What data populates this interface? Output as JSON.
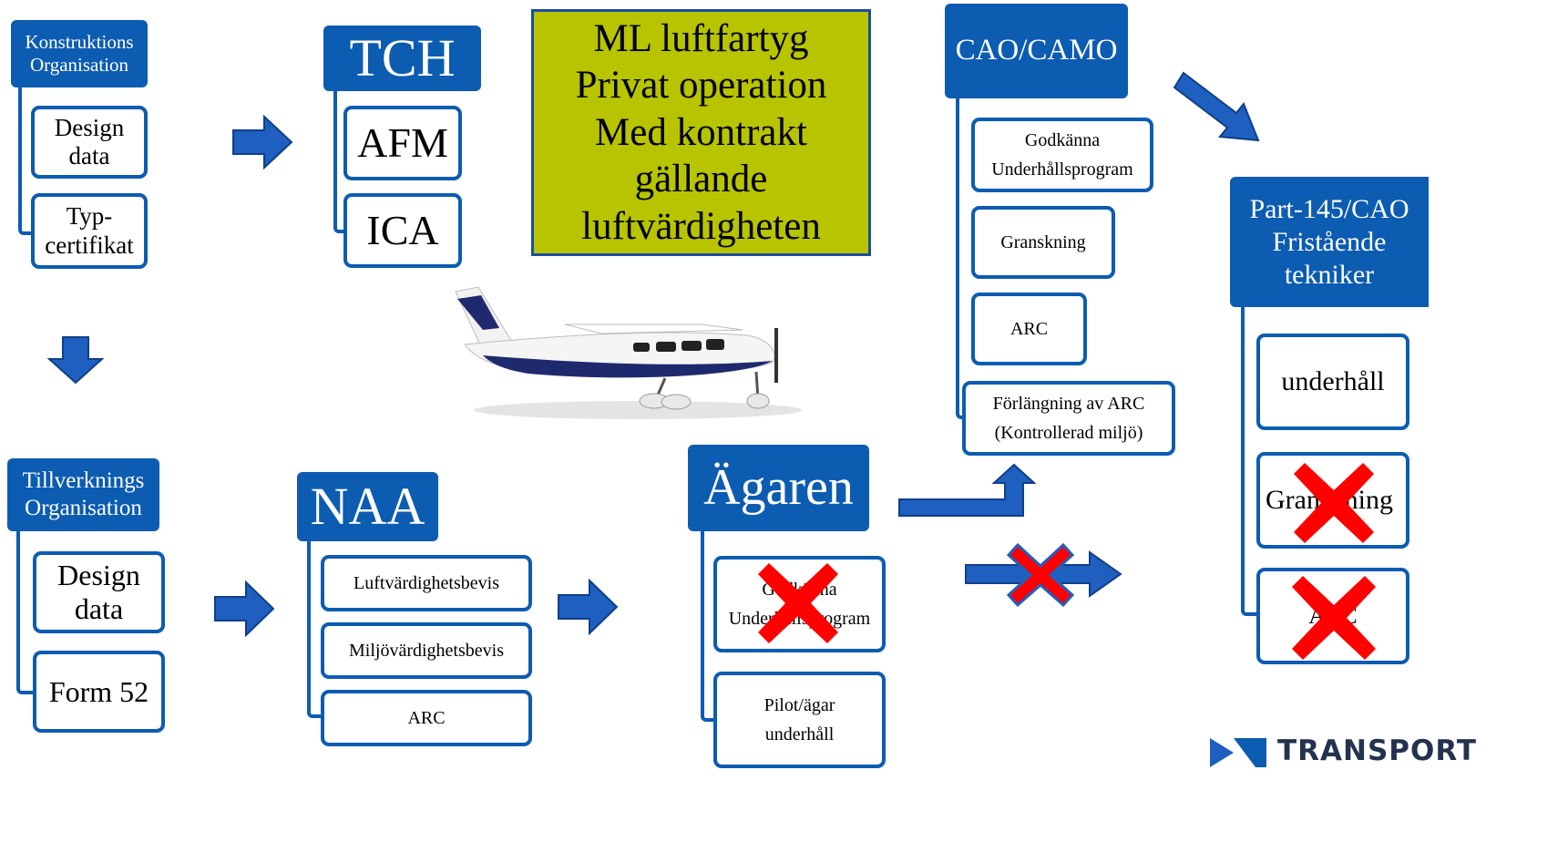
{
  "colors": {
    "header": "#0c5cb2",
    "arrow": "#1f5fbf",
    "highlight": "#b8c400",
    "cross": "#ff0000"
  },
  "konstruktion": {
    "header": "Konstruktions\nOrganisation",
    "items": [
      "Design\ndata",
      "Typ-\ncertifikat"
    ]
  },
  "tch": {
    "header": "TCH",
    "items": [
      "AFM",
      "ICA"
    ]
  },
  "highlight_box": "ML luftfartyg\nPrivat operation\nMed kontrakt\ngällande\nluftvärdigheten",
  "camo": {
    "header": "CAO/CAMO",
    "items": [
      "Godkänna\nUnderhållsprogram",
      "Granskning",
      "ARC",
      "Förlängning av ARC\n(Kontrollerad miljö)"
    ]
  },
  "part145": {
    "header": "Part-145/CAO\nFristående\ntekniker",
    "items": [
      "underhåll",
      "Granskning",
      "ARC"
    ]
  },
  "tillverkning": {
    "header": "Tillverknings\nOrganisation",
    "items": [
      "Design\ndata",
      "Form 52"
    ]
  },
  "naa": {
    "header": "NAA",
    "items": [
      "Luftvärdighetsbevis",
      "Miljövärdighetsbevis",
      "ARC"
    ]
  },
  "agaren": {
    "header": "Ägaren",
    "items": [
      "Godkänna\nUnderhållsprogram",
      "Pilot/ägar\nunderhåll"
    ]
  },
  "logo_text": "TRANSPORT"
}
